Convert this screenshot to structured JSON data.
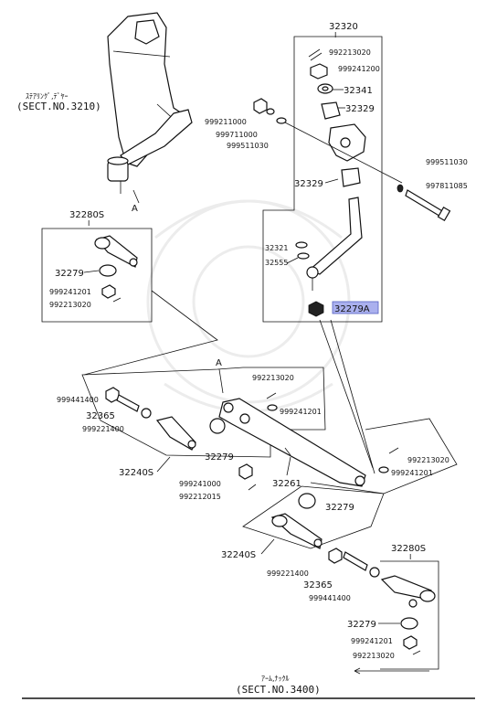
{
  "labels": {
    "top_group": "32320",
    "top_group_mark": "I",
    "p_992213020_top": "992213020",
    "p_999241200": "999241200",
    "p_32341": "32341",
    "p_32329_top": "32329",
    "p_999211000": "999211000",
    "p_999711000": "999711000",
    "p_999511030_left": "999511030",
    "p_999511030_right": "999511030",
    "p_997811085": "997811085",
    "p_32329_mid": "32329",
    "p_32321": "32321",
    "p_32555": "32555",
    "p_32279A": "32279A",
    "steering_jp": "ｽﾃｱﾘﾝｸﾞ,ﾃﾞﾔｰ",
    "steering_sect": "(SECT.NO.3210)",
    "mark_a_top": "A",
    "left_group": "32280S",
    "left_group_mark": "I",
    "p_32279_left": "32279",
    "p_999241201_left": "999241201",
    "p_992213020_left": "992213020",
    "mark_a_mid": "A",
    "p_992213020_center": "992213020",
    "p_999241201_center": "999241201",
    "p_999441400_left": "999441400",
    "p_32365_left": "32365",
    "p_999221400_left": "999221400",
    "p_32279_center": "32279",
    "p_32240S_left": "32240S",
    "p_999241000": "999241000",
    "p_992212015": "992212015",
    "p_32261": "32261",
    "p_992213020_right": "992213020",
    "p_999241201_right": "999241201",
    "p_32279_lower": "32279",
    "p_32240S_lower": "32240S",
    "p_999221400_lower": "999221400",
    "p_32365_lower": "32365",
    "p_999441400_lower": "999441400",
    "right_group": "32280S",
    "right_group_mark": "I",
    "p_32279_right": "32279",
    "p_999241201_right_b": "999241201",
    "p_992213020_right_b": "992213020",
    "arm_jp": "ｱｰﾑ,ﾅｯｸﾙ",
    "arm_sect": "(SECT.NO.3400)"
  },
  "colors": {
    "line": "#111111",
    "highlight": "#aab0ee",
    "background": "#ffffff"
  }
}
